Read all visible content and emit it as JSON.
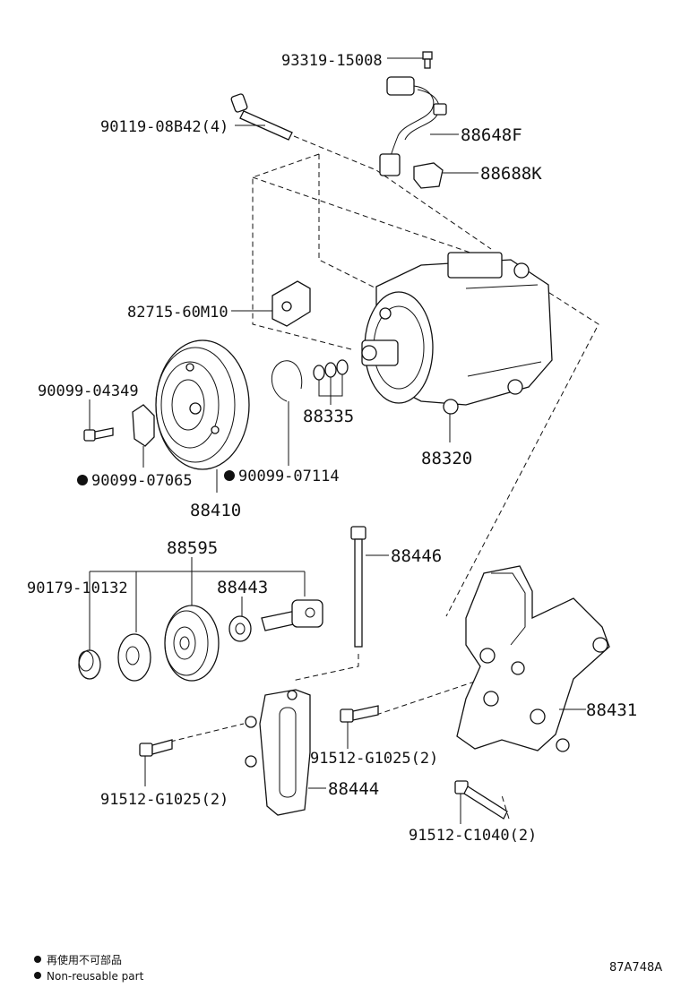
{
  "parts": {
    "p93319_15008": "93319-15008",
    "p90119_08B42": "90119-08B42(4)",
    "p88648F": "88648F",
    "p88688K": "88688K",
    "p82715_60M10": "82715-60M10",
    "p90099_04349": "90099-04349",
    "p88335": "88335",
    "p88320": "88320",
    "p90099_07065": "90099-07065",
    "p90099_07114": "90099-07114",
    "p88410": "88410",
    "p88595": "88595",
    "p90179_10132": "90179-10132",
    "p88443": "88443",
    "p88446": "88446",
    "p88431": "88431",
    "p91512_G1025_right": "91512-G1025(2)",
    "p91512_G1025_left": "91512-G1025(2)",
    "p88444": "88444",
    "p91512_C1040": "91512-C1040(2)"
  },
  "legend": {
    "line_jp": "再使用不可部品",
    "line_en": "Non-reusable part"
  },
  "diagram_code": "87A748A"
}
